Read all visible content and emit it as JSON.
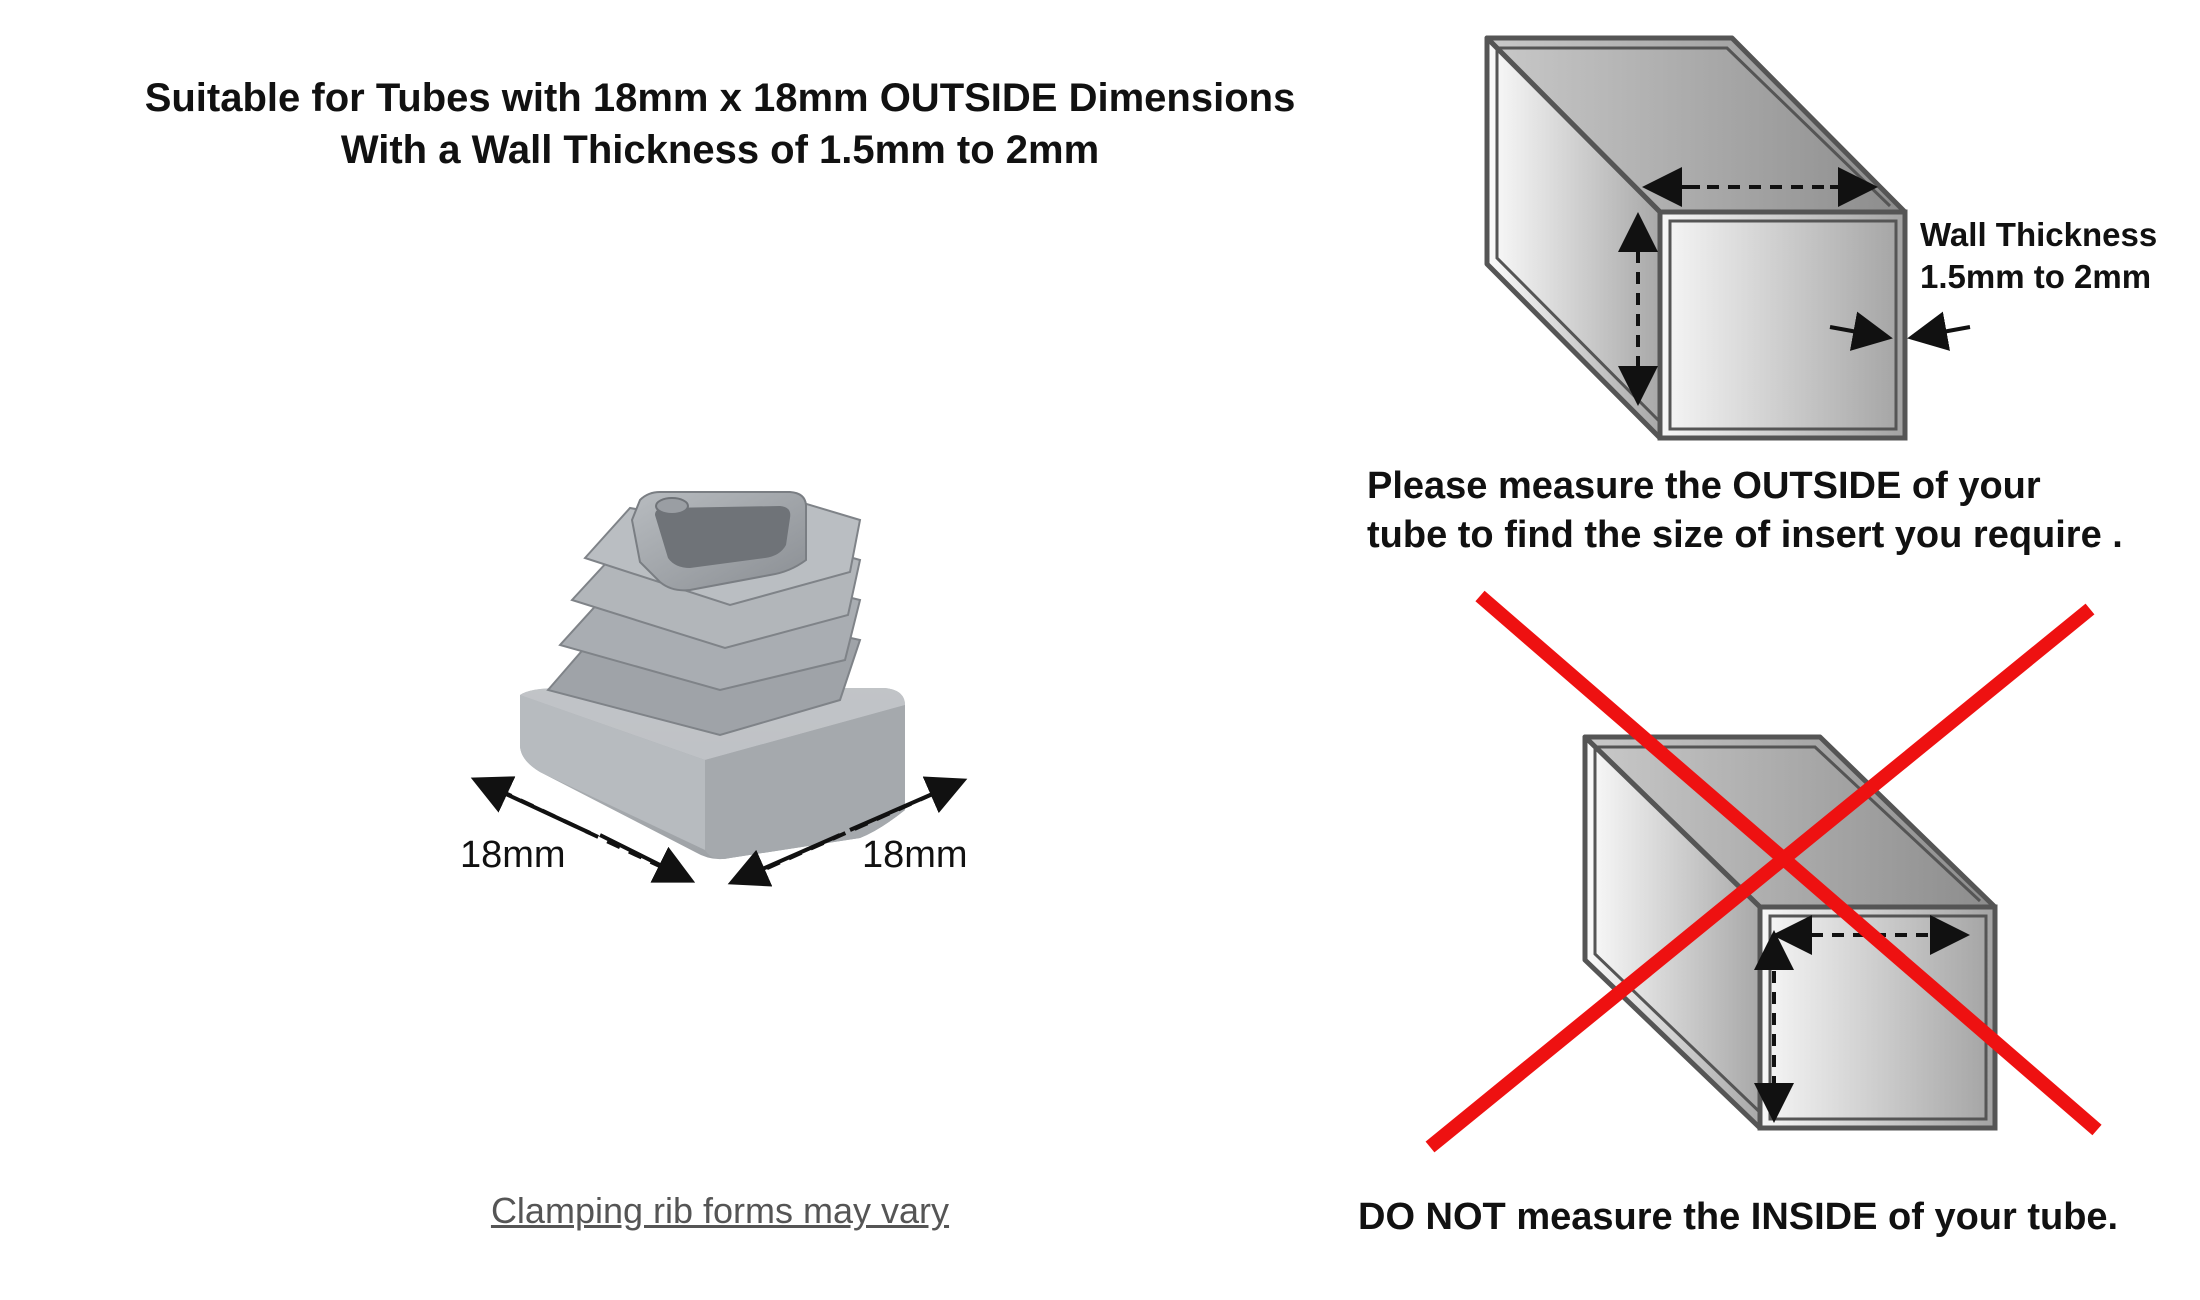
{
  "heading": {
    "line1": "Suitable for Tubes with 18mm x 18mm OUTSIDE Dimensions",
    "line2": "With a Wall Thickness of 1.5mm to 2mm"
  },
  "product": {
    "dim_left": "18mm",
    "dim_right": "18mm",
    "caption": "Clamping rib forms may vary"
  },
  "outside_diagram": {
    "wall_label_1": "Wall Thickness",
    "wall_label_2": "1.5mm to 2mm",
    "instruction_1": "Please measure the OUTSIDE of your",
    "instruction_2": "tube to find the size of insert you require ."
  },
  "inside_diagram": {
    "warning": "DO NOT measure the INSIDE of your tube."
  },
  "colors": {
    "cross": "#ee1111",
    "tube_outline": "#555555",
    "plug_grey": "#9a9ea3"
  }
}
